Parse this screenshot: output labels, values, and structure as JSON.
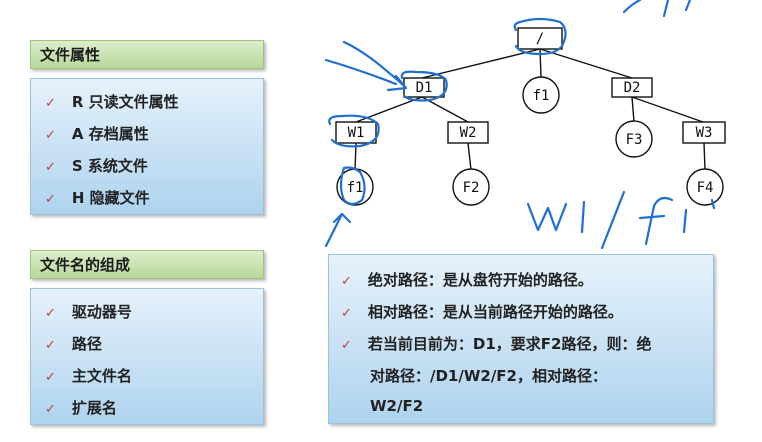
{
  "attributes": {
    "title": "文件属性",
    "items": [
      {
        "check": "✓",
        "text": "R 只读文件属性"
      },
      {
        "check": "✓",
        "text": "A 存档属性"
      },
      {
        "check": "✓",
        "text": "S 系统文件"
      },
      {
        "check": "✓",
        "text": "H 隐藏文件"
      }
    ]
  },
  "filename": {
    "title": "文件名的组成",
    "items": [
      {
        "check": "✓",
        "text": "驱动器号"
      },
      {
        "check": "✓",
        "text": "路径"
      },
      {
        "check": "✓",
        "text": "主文件名"
      },
      {
        "check": "✓",
        "text": "扩展名"
      }
    ]
  },
  "tree": {
    "root": "/",
    "d1": "D1",
    "f1_top": "f1",
    "d2": "D2",
    "w1": "W1",
    "w2": "W2",
    "f3": "F3",
    "w3": "W3",
    "f1_leaf": "f1",
    "f2": "F2",
    "f4": "F4"
  },
  "info": {
    "check": "✓",
    "lines": [
      "绝对路径：是从盘符开始的路径。",
      "相对路径：是从当前路径开始的路径。",
      "若当前目前为：D1，要求F2路径，则：绝",
      "对路径：/D1/W2/F2，相对路径：",
      "W2/F2"
    ]
  },
  "colors": {
    "check": "#d0362f",
    "handwriting": "#1f6fd1",
    "green_header": "#b6d99a",
    "blue_panel": "#aed3ee"
  }
}
